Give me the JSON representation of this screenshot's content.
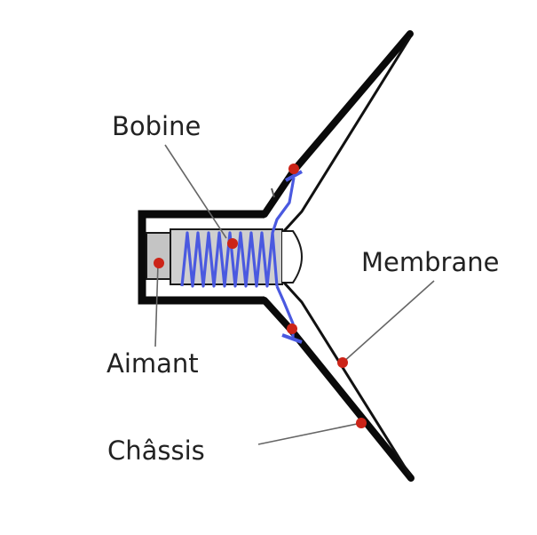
{
  "labels": {
    "bobine": "Bobine",
    "membrane": "Membrane",
    "aimant": "Aimant",
    "chassis": "Châssis"
  },
  "colors": {
    "background": "#ffffff",
    "chassis_stroke": "#0a0a0a",
    "membrane_stroke": "#111111",
    "magnet_fill": "#c4c4c4",
    "coil": "#4a59e0",
    "marker": "#cc2418",
    "leader_line": "#666666",
    "label_text": "#222222"
  }
}
